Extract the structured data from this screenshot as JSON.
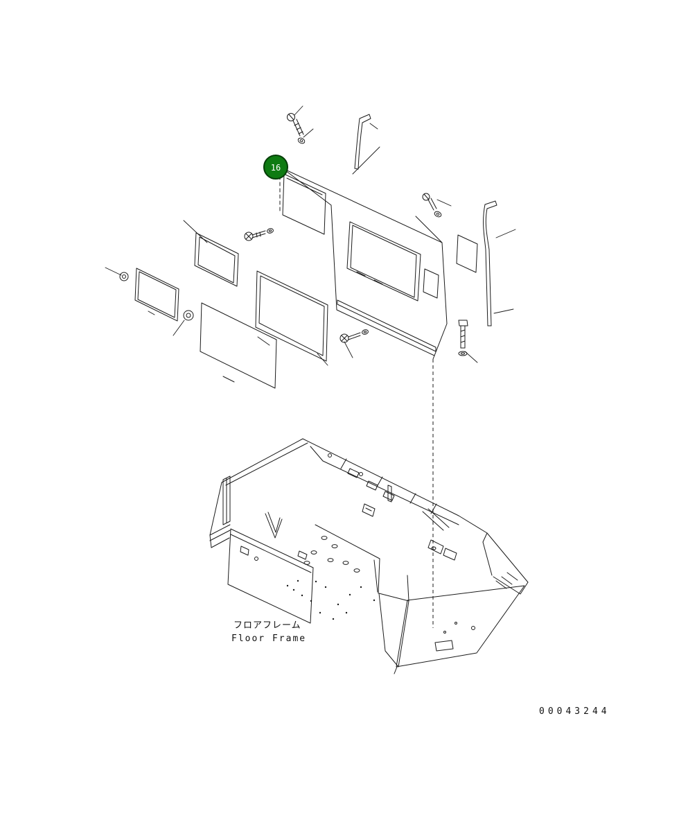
{
  "page": {
    "background": "#ffffff",
    "line_color": "#1a1a1a"
  },
  "callout": {
    "number": "16",
    "fill": "#0e7b12",
    "border": "#053d08",
    "text_color": "#ffffff"
  },
  "labels": {
    "floor_frame_jp": "フロアフレーム",
    "floor_frame_en": "Floor Frame"
  },
  "footer": {
    "doc_number": "00043244"
  }
}
